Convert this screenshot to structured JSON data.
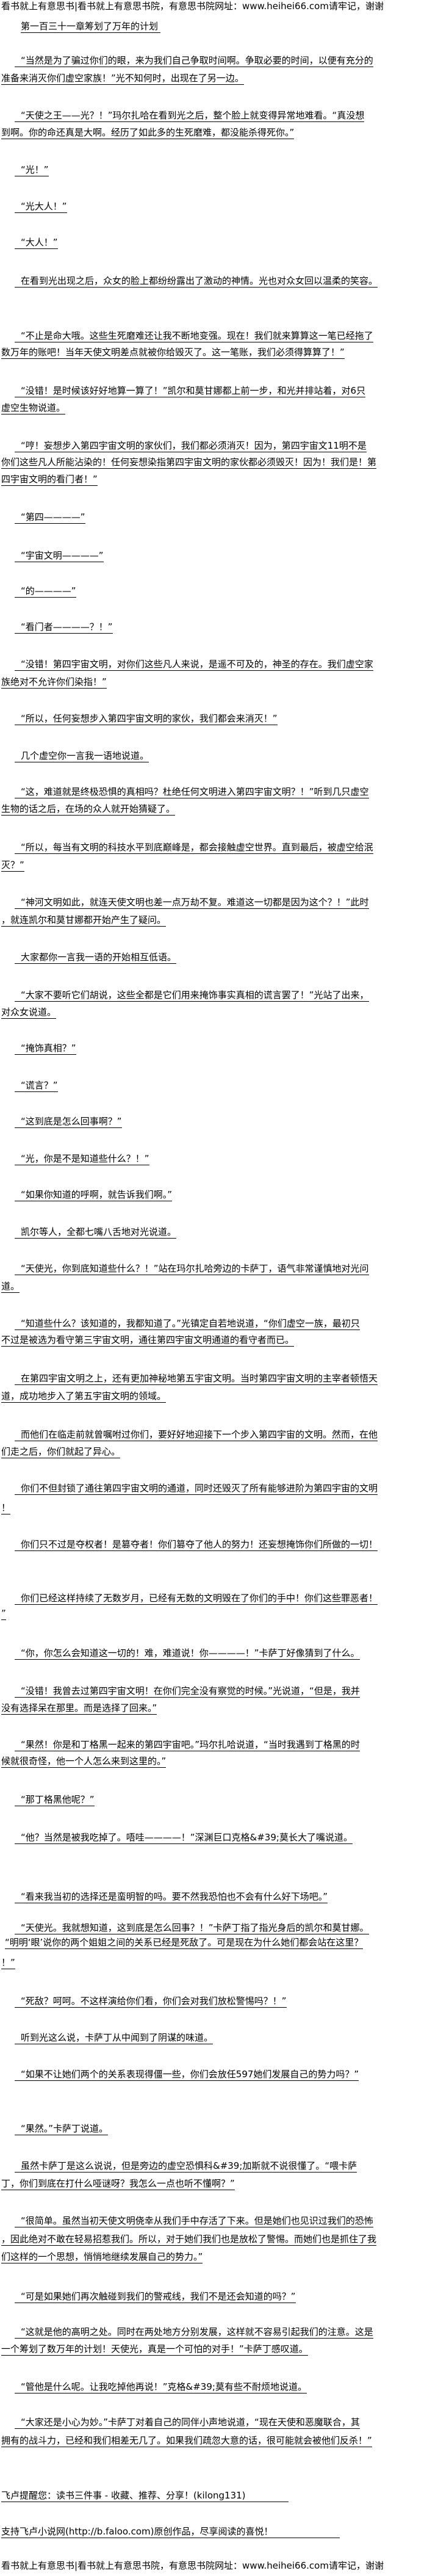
{
  "header": "看书就上有意思书|看书就上有意思书院，有意思书院网址：www.heihei66.com请牢记，谢谢",
  "title": "第一百三十一章筹划了万年的计划",
  "paragraphs": [
    {
      "lines": [
        "“当然是为了骗过你们的眼，来为我们自己争取时间啊。争取必要的时间，以便有充分的",
        "准备来消灭你们虚空家族！”光不知何时，出现在了另一边。"
      ]
    },
    {
      "lines": [
        "“天使之王——光？！”玛尔扎哈在看到光之后，整个脸上就变得异常地难看。“真没想",
        "到啊。你的命还真是大啊。经历了如此多的生死磨难，都没能杀得死你。”"
      ]
    },
    {
      "lines": [
        "“光！”"
      ]
    },
    {
      "lines": [
        "“光大人！”"
      ]
    },
    {
      "lines": [
        "“大人！”"
      ]
    },
    {
      "lines": [
        "在看到光出现之后，众女的脸上都纷纷露出了激动的神情。光也对众女回以温柔的笑容。"
      ]
    },
    {
      "lines": [
        "“不止是命大哦。这些生死磨难还让我不断地变强。现在！我们就来算算这一笔已经拖了",
        "数万年的账吧！当年天使文明差点就被你给毁灭了。这一笔账，我们必须得算算了！”"
      ]
    },
    {
      "lines": [
        "“没错！是时候该好好地算一算了！”凯尔和莫甘娜都上前一步，和光并排站着，对6只",
        "虚空生物说道。"
      ]
    },
    {
      "lines": [
        "“哼！妄想步入第四宇宙文明的家伙们，我们都必须消灭！因为，第四宇宙文11明不是",
        "你们这些凡人所能沾染的！任何妄想染指第四宇宙文明的家伙都必须毁灭！因为！我们是！第",
        "四宇宙文明的看门者！”"
      ]
    },
    {
      "lines": [
        "“第四————”"
      ]
    },
    {
      "lines": [
        "“宇宙文明————”"
      ]
    },
    {
      "lines": [
        "“的————”"
      ]
    },
    {
      "lines": [
        "“看门者————？！”"
      ]
    },
    {
      "lines": [
        "“没错！第四宇宙文明，对你们这些凡人来说，是遥不可及的，神圣的存在。我们虚空家",
        "族绝对不允许你们染指！”"
      ]
    },
    {
      "lines": [
        "“所以，任何妄想步入第四宇宙文明的家伙，我们都会来消灭！”"
      ]
    },
    {
      "lines": [
        "几个虚空你一言我一语地说道。"
      ]
    },
    {
      "lines": [
        "“这，难道就是终极恐惧的真相吗？杜绝任何文明进入第四宇宙文明？！”听到几只虚空",
        "生物的话之后，在场的众人就开始猜疑了。"
      ]
    },
    {
      "lines": [
        "“所以，每当有文明的科技水平到底巅峰是，都会接触虚空世界。直到最后，被虚空给泯",
        "灭？”"
      ]
    },
    {
      "lines": [
        "“神河文明如此，就连天使文明也差一点万劫不复。难道这一切都是因为这个？！”此时",
        "，就连凯尔和莫甘娜都开始产生了疑问。"
      ]
    },
    {
      "lines": [
        "大家都你一言我一语的开始相互低语。"
      ]
    },
    {
      "lines": [
        "“大家不要听它们胡说，这些全都是它们用来掩饰事实真相的谎言罢了！”光站了出来，",
        "对众女说道。"
      ]
    },
    {
      "lines": [
        "“掩饰真相？”"
      ]
    },
    {
      "lines": [
        "“谎言？”"
      ]
    },
    {
      "lines": [
        "“这到底是怎么回事啊？”"
      ]
    },
    {
      "lines": [
        "“光，你是不是知道些什么？！”"
      ]
    },
    {
      "lines": [
        "“如果你知道的呼啊，就告诉我们啊。”"
      ]
    },
    {
      "lines": [
        "凯尔等人，全都七嘴八舌地对光说道。"
      ]
    },
    {
      "lines": [
        "“天使光，你到底知道些什么？！”站在玛尔扎哈旁边的卡萨丁，语气非常谨慎地对光问",
        "道。"
      ]
    },
    {
      "lines": [
        "“知道些什么？该知道的，我都知道了。”光镇定自若地说道，“你们虚空一族，最初只",
        "不过是被选为看守第三宇宙文明，通往第四宇宙文明通道的看守者而已。"
      ]
    },
    {
      "lines": [
        "在第四宇宙文明之上，还有更加神秘地第五宇宙文明。当时第四宇宙文明的主宰者顿悟天",
        "道，成功地步入了第五宇宙文明的领域。"
      ]
    },
    {
      "lines": [
        "而他们在临走前就曾嘱咐过你们，要好好地迎接下一个步入第四宇宙的文明。然而，在他",
        "们走之后，你们就起了异心。"
      ]
    },
    {
      "lines": [
        "你们不但封锁了通往第四宇宙文明的通道，同时还毁灭了所有能够进阶为第四宇宙的文明",
        "！"
      ]
    },
    {
      "lines": [
        "你们只不过是夺权者！是篡夺者！你们篡夺了他人的努力！还妄想掩饰你们所做的一切！"
      ]
    },
    {
      "lines": [
        "你们已经这样持续了无数岁月，已经有无数的文明毁在了你们的手中！你们这些罪恶者！",
        "”"
      ]
    },
    {
      "lines": [
        "“你，你怎么会知道这一切的！难，难道说！你————！”卡萨丁好像猜到了什么。"
      ]
    },
    {
      "lines": [
        "“没错！我曾去过第四宇宙文明！在你们完全没有察觉的时候。”光说道，“但是，我并",
        "没有选择呆在那里。而是选择了回来。”"
      ]
    },
    {
      "lines": [
        "“果然！你是和丁格黑一起来的第四宇宙吧。”玛尔扎哈说道，“当时我遇到丁格黑的时",
        "候就很奇怪，他一个人怎么来到这里的。”"
      ]
    },
    {
      "lines": [
        "“那丁格黑他呢？”"
      ]
    },
    {
      "lines": [
        "“他？当然是被我吃掉了。唔哇————！”深渊巨口克格&#39;莫长大了嘴说道。"
      ]
    },
    {
      "lines": [
        "“看来我当初的选择还是蛮明智的吗。要不然我恐怕也不会有什么好下场吧。”"
      ]
    },
    {
      "lines": [
        "“天使光。我就想知道，这到底是怎么回事？！”卡萨丁指了指光身后的凯尔和莫甘娜。",
        "“明明‘眼’说你的两个姐姐之间的关系已经是死敌了。可是现在为什么她们都会站在这里？",
        "！”"
      ]
    },
    {
      "lines": [
        "“死敌？呵呵。不这样演给你们看，你们会对我们放松警惕吗？！”"
      ]
    },
    {
      "lines": [
        "听到光这么说，卡萨丁从中闻到了阴谋的味道。"
      ]
    },
    {
      "lines": [
        "“如果不让她们两个的关系表现得僵一些，你们会放任597她们发展自己的势力吗？”"
      ]
    },
    {
      "lines": [
        "“果然。”卡萨丁说道。"
      ]
    },
    {
      "lines": [
        "虽然卡萨丁是这么说说，但是旁边的虚空恐惧科&#39;加斯就不说很懂了。“喂卡萨",
        "丁，你们到底在打什么哑谜呀？我怎么一点也听不懂啊？”"
      ]
    },
    {
      "lines": [
        "“很简单。虽然当初天使文明侥幸从我们手中存活了下来。但是她们也见识过我们的恐怖",
        "，因此绝对不敢在轻易招惹我们。所以，对于她们我们也是放松了警惕。而她们也是抓住了我",
        "们这样的一个思想，悄悄地继续发展自己的势力。”"
      ]
    },
    {
      "lines": [
        "“可是如果她们再次触碰到我们的警戒线，我们不是还会知道的吗？”"
      ]
    },
    {
      "lines": [
        "“这就是他的高明之处。同时在两处地方分别发展，这样就不容易引起我们的注意。这是",
        "一个筹划了数万年的计划！天使光，真是一个可怕的对手！”卡萨丁感叹道。"
      ]
    },
    {
      "lines": [
        "“管他是什么呢。让我吃掉他再说！”克格&#39;莫有些不耐烦地说道。"
      ]
    },
    {
      "lines": [
        "“大家还是小心为妙。”卡萨丁对着自己的同伴小声地说道，“现在天使和恶魔联合，其",
        "拥有的战斗力，已经和我们相差无几了。如果我们疏忽大意的话，很可能就会被他们反杀！”"
      ]
    }
  ],
  "footer_notes": [
    "飞卢提醒您：读书三件事 - 收藏、推荐、分享！(kilong131)",
    "支持飞卢小说网(http://b.faloo.com)原创作品，尽享阅读的喜悦！"
  ],
  "footer": "看书就上有意思书|看书就上有意思书院，有意思书院网址：www.heihei66.com请牢记，谢谢"
}
